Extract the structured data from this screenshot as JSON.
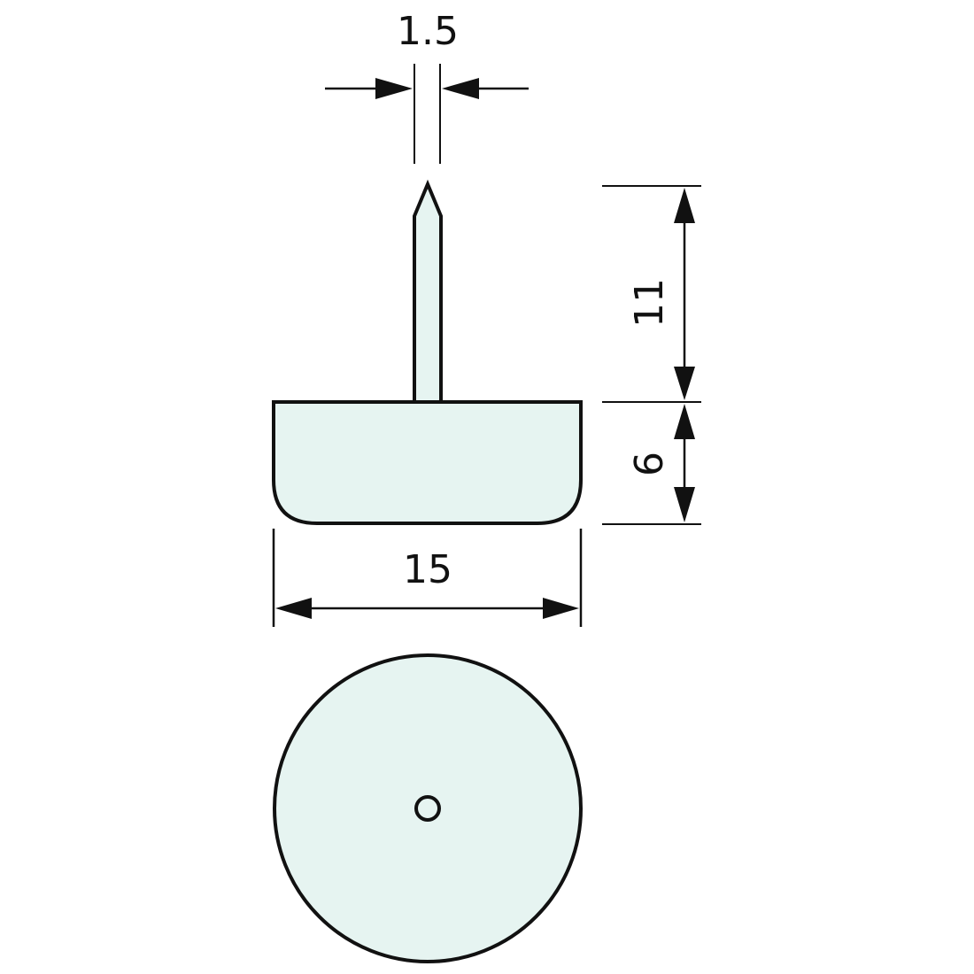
{
  "diagram": {
    "type": "technical-drawing",
    "subject": "furniture glide with nail",
    "colors": {
      "fill": "#e6f4f1",
      "stroke": "#111111",
      "background": "#ffffff"
    },
    "dimensions": {
      "nail_diameter": "1.5",
      "nail_length": "11",
      "base_height": "6",
      "base_width": "15"
    },
    "views": [
      "side-view",
      "bottom-view"
    ]
  }
}
